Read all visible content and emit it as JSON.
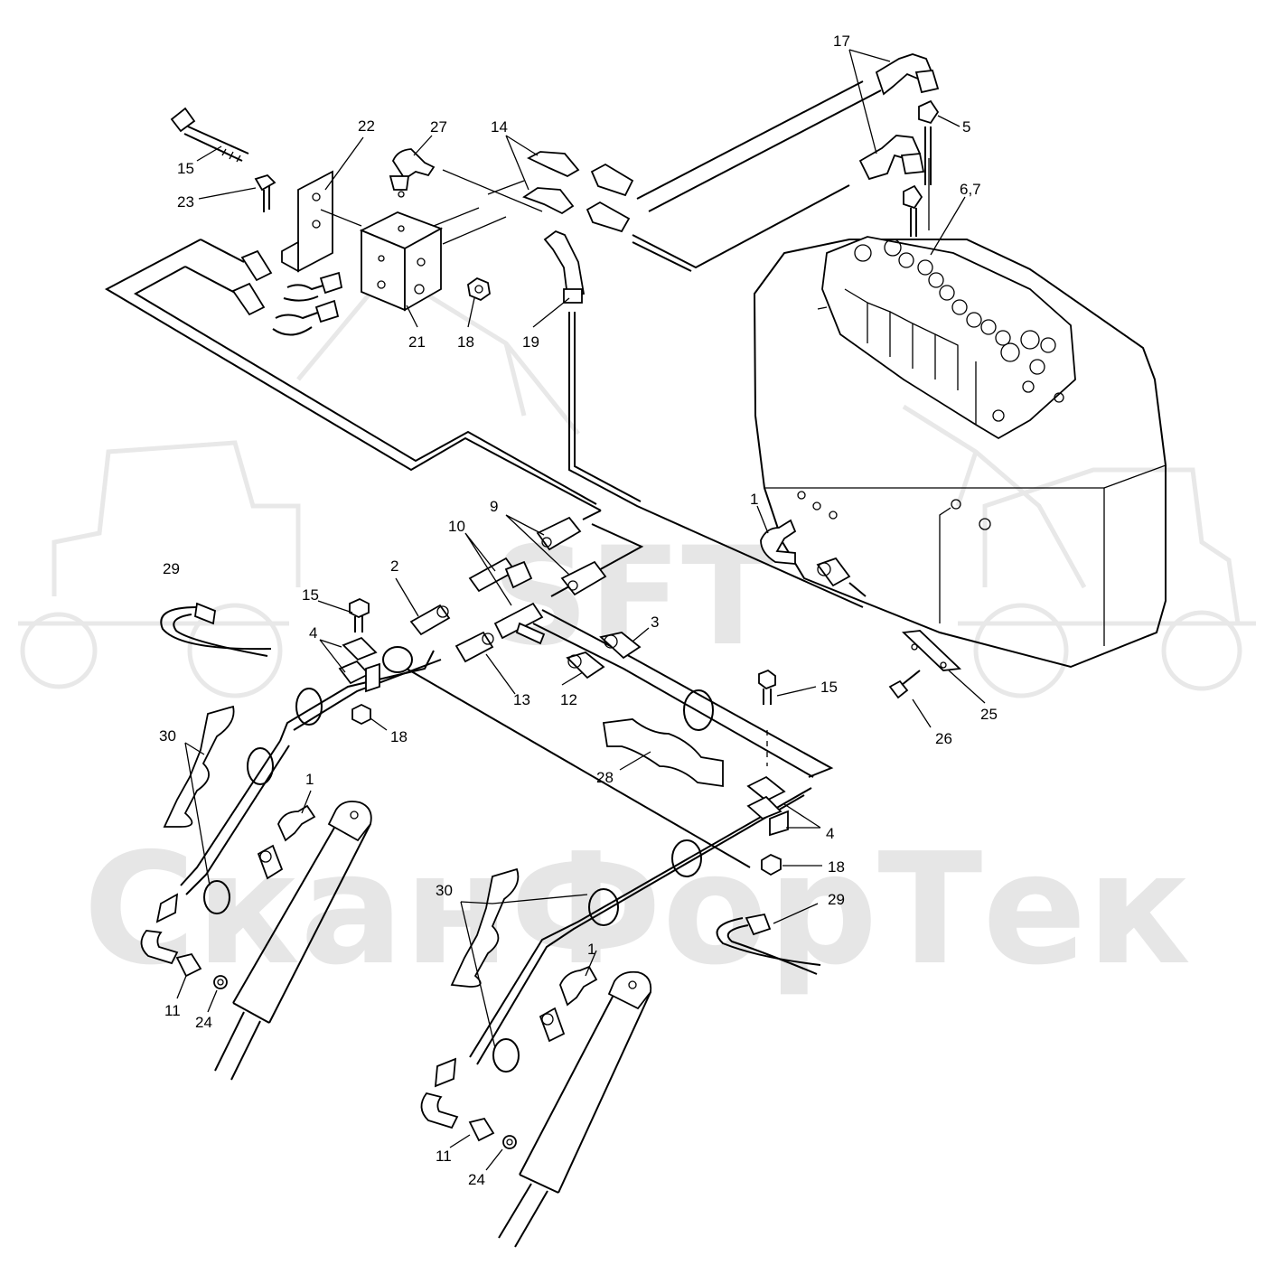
{
  "watermark": {
    "logo_text": "SFT",
    "brand_text": "СканФорТек"
  },
  "callouts": [
    {
      "id": "17",
      "text": "17"
    },
    {
      "id": "5",
      "text": "5"
    },
    {
      "id": "6-7",
      "text": "6,7"
    },
    {
      "id": "22",
      "text": "22"
    },
    {
      "id": "27",
      "text": "27"
    },
    {
      "id": "14",
      "text": "14"
    },
    {
      "id": "15-top",
      "text": "15"
    },
    {
      "id": "23",
      "text": "23"
    },
    {
      "id": "21",
      "text": "21"
    },
    {
      "id": "18-top",
      "text": "18"
    },
    {
      "id": "19",
      "text": "19"
    },
    {
      "id": "9",
      "text": "9"
    },
    {
      "id": "10",
      "text": "10"
    },
    {
      "id": "1-tank",
      "text": "1"
    },
    {
      "id": "29-left",
      "text": "29"
    },
    {
      "id": "2",
      "text": "2"
    },
    {
      "id": "15-mid",
      "text": "15"
    },
    {
      "id": "3",
      "text": "3"
    },
    {
      "id": "4-left",
      "text": "4"
    },
    {
      "id": "13",
      "text": "13"
    },
    {
      "id": "12",
      "text": "12"
    },
    {
      "id": "15-right",
      "text": "15"
    },
    {
      "id": "25",
      "text": "25"
    },
    {
      "id": "26",
      "text": "26"
    },
    {
      "id": "18-mid",
      "text": "18"
    },
    {
      "id": "30-left",
      "text": "30"
    },
    {
      "id": "28",
      "text": "28"
    },
    {
      "id": "1-left",
      "text": "1"
    },
    {
      "id": "4-right",
      "text": "4"
    },
    {
      "id": "18-right",
      "text": "18"
    },
    {
      "id": "30-right",
      "text": "30"
    },
    {
      "id": "29-right",
      "text": "29"
    },
    {
      "id": "1-right",
      "text": "1"
    },
    {
      "id": "11-left",
      "text": "11"
    },
    {
      "id": "24-left",
      "text": "24"
    },
    {
      "id": "11-right",
      "text": "11"
    },
    {
      "id": "24-right",
      "text": "24"
    }
  ]
}
